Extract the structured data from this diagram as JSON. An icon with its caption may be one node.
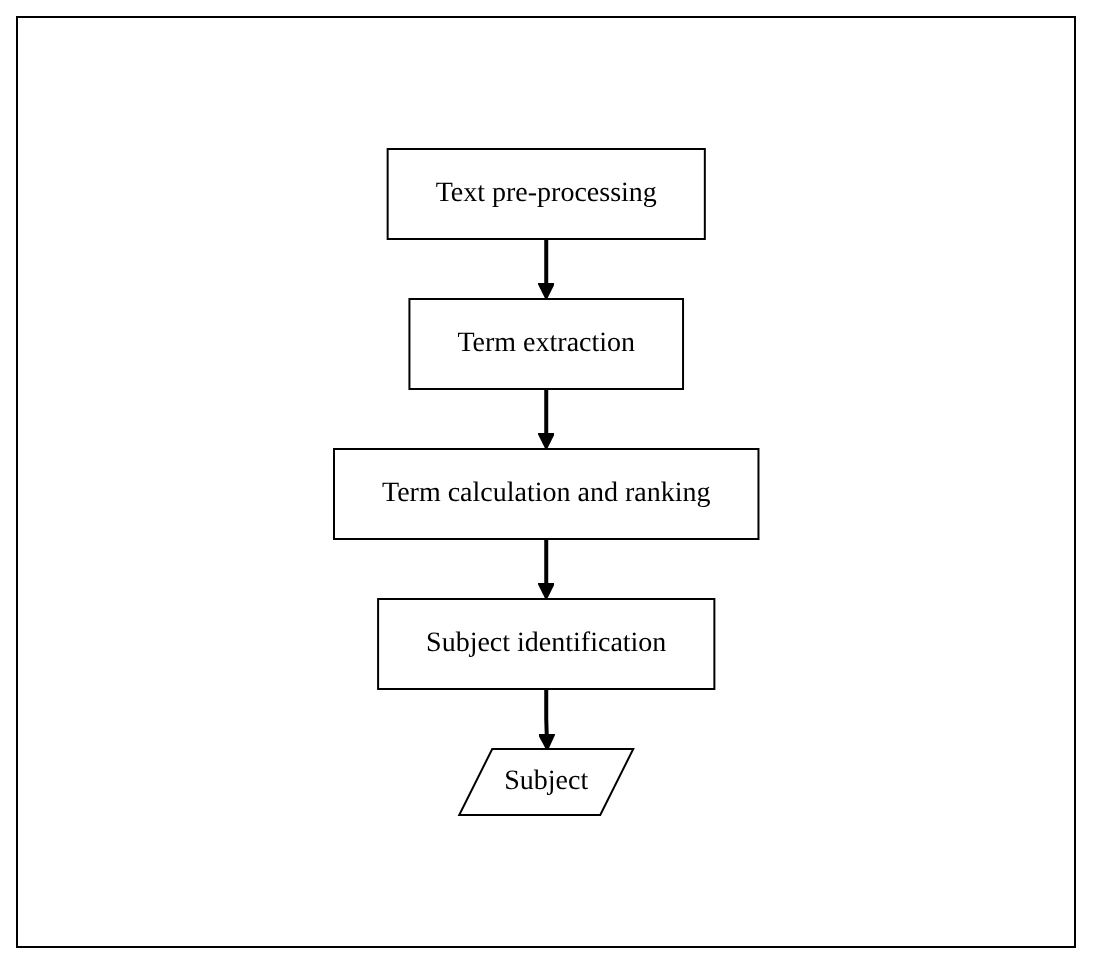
{
  "diagram": {
    "nodes": [
      {
        "text": [
          "Text pre-processing"
        ]
      },
      {
        "text": [
          "Term extraction"
        ]
      },
      {
        "text": [
          "Term calculation and ranking"
        ]
      },
      {
        "text": [
          "Subject identification"
        ]
      },
      {
        "text": [
          "Subject"
        ]
      }
    ],
    "edges": [
      {
        "from": 0,
        "to": 1,
        "arrow": "to"
      },
      {
        "from": 1,
        "to": 2,
        "arrow": "to"
      },
      {
        "from": 2,
        "to": 3,
        "arrow": "to"
      },
      {
        "from": 3,
        "to": 4,
        "arrow": "to"
      }
    ]
  }
}
